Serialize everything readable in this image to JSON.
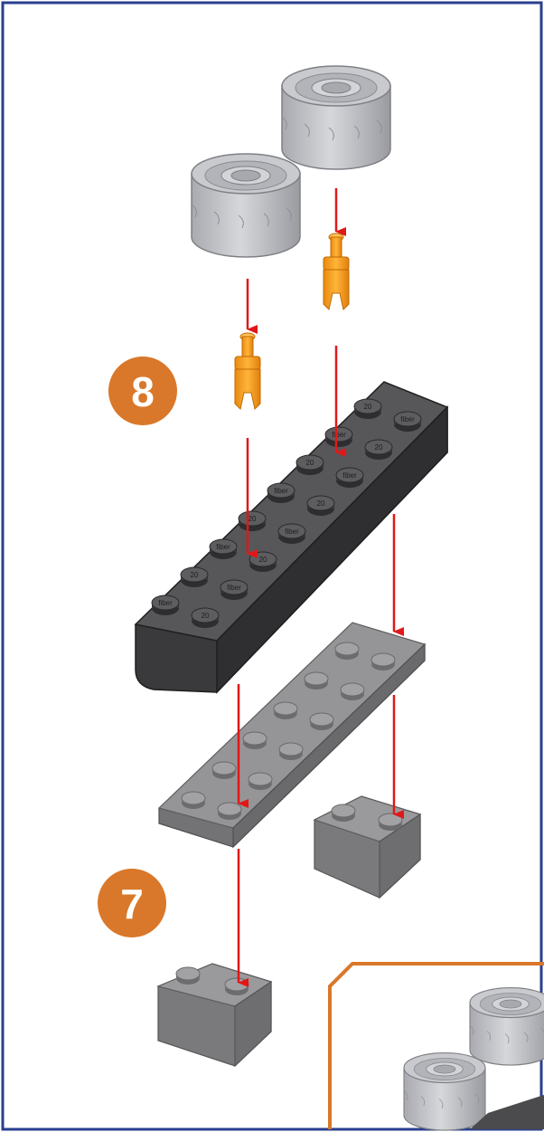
{
  "steps": [
    {
      "number": "8"
    },
    {
      "number": "7"
    }
  ],
  "stud_labels": {
    "brand": "fiber",
    "size": "20"
  },
  "colors": {
    "frame_border": "#2a3f8f",
    "step_badge": "#d9782a",
    "arrow": "#e01818",
    "connector_pin": "#f5a623",
    "wheel": "#c4c5ca",
    "dark_brick": "#4b4b4d",
    "grey_plate": "#8c8c8e",
    "inset_border": "#d9782a"
  },
  "icons": [
    "wheel-icon",
    "connector-pin-icon",
    "brick-icon",
    "plate-icon"
  ]
}
